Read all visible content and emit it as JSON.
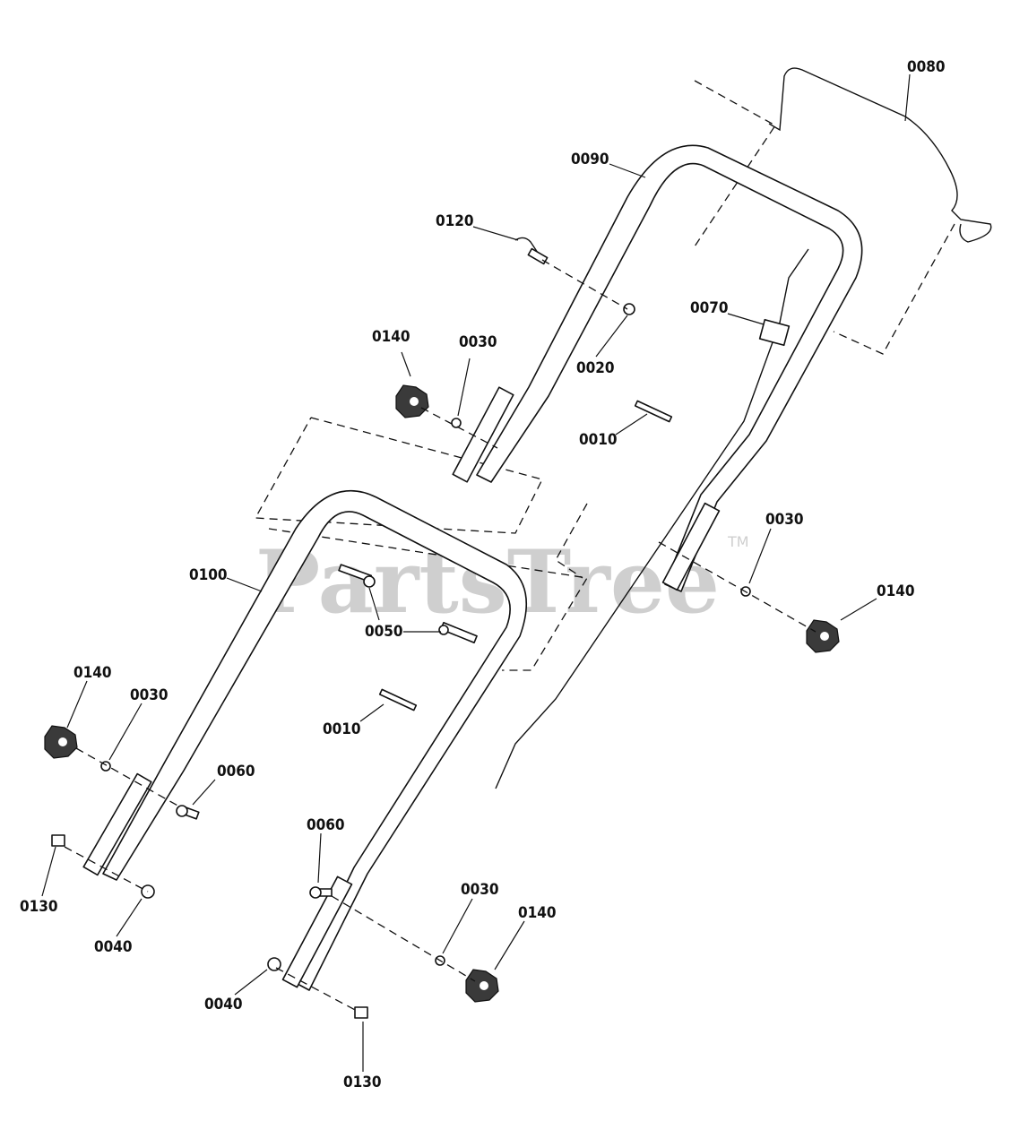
{
  "watermark": {
    "brand": "PartsTree",
    "trademark": "TM"
  },
  "callouts": [
    {
      "id": "c0080",
      "text": "0080"
    },
    {
      "id": "c0090",
      "text": "0090"
    },
    {
      "id": "c0120",
      "text": "0120"
    },
    {
      "id": "c0070",
      "text": "0070"
    },
    {
      "id": "c0140a",
      "text": "0140"
    },
    {
      "id": "c0030a",
      "text": "0030"
    },
    {
      "id": "c0020",
      "text": "0020"
    },
    {
      "id": "c0010a",
      "text": "0010"
    },
    {
      "id": "c0030b",
      "text": "0030"
    },
    {
      "id": "c0140b",
      "text": "0140"
    },
    {
      "id": "c0100",
      "text": "0100"
    },
    {
      "id": "c0050",
      "text": "0050"
    },
    {
      "id": "c0140c",
      "text": "0140"
    },
    {
      "id": "c0030c",
      "text": "0030"
    },
    {
      "id": "c0010b",
      "text": "0010"
    },
    {
      "id": "c0060a",
      "text": "0060"
    },
    {
      "id": "c0130a",
      "text": "0130"
    },
    {
      "id": "c0040a",
      "text": "0040"
    },
    {
      "id": "c0060b",
      "text": "0060"
    },
    {
      "id": "c0030d",
      "text": "0030"
    },
    {
      "id": "c0140d",
      "text": "0140"
    },
    {
      "id": "c0040b",
      "text": "0040"
    },
    {
      "id": "c0130b",
      "text": "0130"
    }
  ]
}
